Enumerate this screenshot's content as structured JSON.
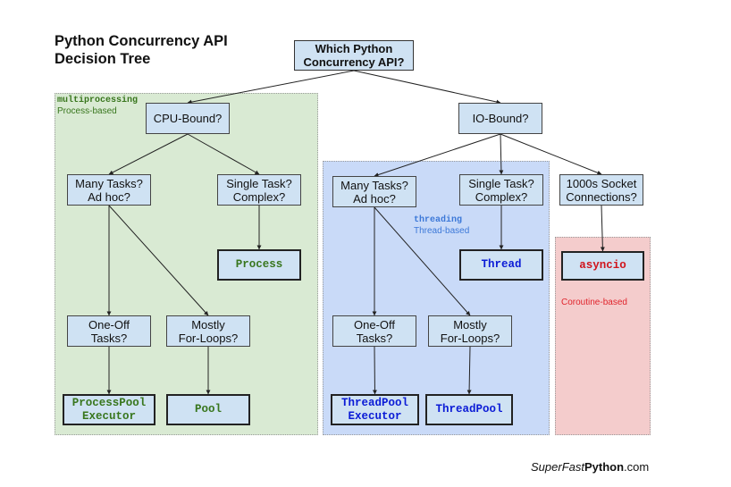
{
  "title": {
    "line1": "Python Concurrency API",
    "line2": "Decision Tree"
  },
  "regions": {
    "multiprocessing": {
      "module": "multiprocessing",
      "kind": "Process-based",
      "color": "#d9ead3",
      "text_color": "#38761d"
    },
    "threading": {
      "module": "threading",
      "kind": "Thread-based",
      "color": "#c9daf8",
      "text_color": "#3c78d8"
    },
    "asyncio": {
      "kind": "Coroutine-based",
      "color": "#f4cccc",
      "text_color": "#e0242c"
    }
  },
  "nodes": {
    "root": "Which Python\nConcurrency API?",
    "cpu_bound": "CPU-Bound?",
    "io_bound": "IO-Bound?",
    "cpu_many_tasks": "Many Tasks?\nAd hoc?",
    "cpu_single_task": "Single Task?\nComplex?",
    "cpu_one_off": "One-Off\nTasks?",
    "cpu_for_loops": "Mostly\nFor-Loops?",
    "io_many_tasks": "Many Tasks?\nAd hoc?",
    "io_single_task": "Single Task?\nComplex?",
    "io_sockets": "1000s Socket\nConnections?",
    "io_one_off": "One-Off\nTasks?",
    "io_for_loops": "Mostly\nFor-Loops?"
  },
  "leaves": {
    "process": "Process",
    "process_pool_executor": "ProcessPool\nExecutor",
    "pool": "Pool",
    "thread": "Thread",
    "thread_pool_executor": "ThreadPool\nExecutor",
    "thread_pool": "ThreadPool",
    "asyncio": "asyncio"
  },
  "edges": [
    [
      "root",
      "cpu_bound"
    ],
    [
      "root",
      "io_bound"
    ],
    [
      "cpu_bound",
      "cpu_many_tasks"
    ],
    [
      "cpu_bound",
      "cpu_single_task"
    ],
    [
      "cpu_single_task",
      "process"
    ],
    [
      "cpu_many_tasks",
      "cpu_one_off"
    ],
    [
      "cpu_many_tasks",
      "cpu_for_loops"
    ],
    [
      "cpu_one_off",
      "process_pool_executor"
    ],
    [
      "cpu_for_loops",
      "pool"
    ],
    [
      "io_bound",
      "io_many_tasks"
    ],
    [
      "io_bound",
      "io_single_task"
    ],
    [
      "io_bound",
      "io_sockets"
    ],
    [
      "io_single_task",
      "thread"
    ],
    [
      "io_sockets",
      "asyncio"
    ],
    [
      "io_many_tasks",
      "io_one_off"
    ],
    [
      "io_many_tasks",
      "io_for_loops"
    ],
    [
      "io_one_off",
      "thread_pool_executor"
    ],
    [
      "io_for_loops",
      "thread_pool"
    ]
  ],
  "footer": {
    "part1": "SuperFast",
    "part2": "Python",
    "part3": ".com"
  }
}
